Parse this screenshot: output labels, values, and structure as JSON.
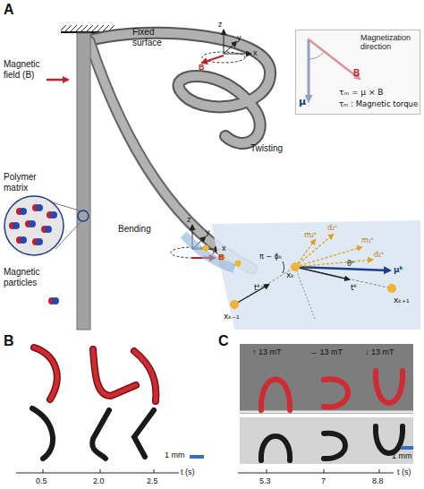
{
  "diagram": {
    "nodes": [
      {
        "text": [
          "Magnetization direction",
          "B",
          "μ",
          "τₘ = μ × B",
          "τₘ : Magnetic torque"
        ]
      }
    ],
    "labels": [
      "A",
      "Magnetic field (B)",
      "Fixed surface",
      "Polymer matrix",
      "Magnetic particles",
      "Twisting",
      "Bending",
      "z",
      "y",
      "x",
      "B",
      "z",
      "y",
      "x",
      "B",
      "xₖ₋₁",
      "xₖ",
      "xₖ₊₁",
      "tᵏ⁻¹",
      "tᵏ",
      "π − ϕₖ",
      "d₂ᵏ",
      "m₂ᵏ",
      "θᵏ",
      "m₁ᵏ",
      "d₁ᵏ",
      "μᵏ",
      "B",
      "1 mm",
      "0.5",
      "2.0",
      "2.5",
      "t (s)",
      "C",
      "↑ 13 mT",
      "→ 13 mT",
      "↓ 13 mT",
      "1 mm",
      "5.3",
      "7",
      "8.8",
      "t (s)"
    ]
  }
}
